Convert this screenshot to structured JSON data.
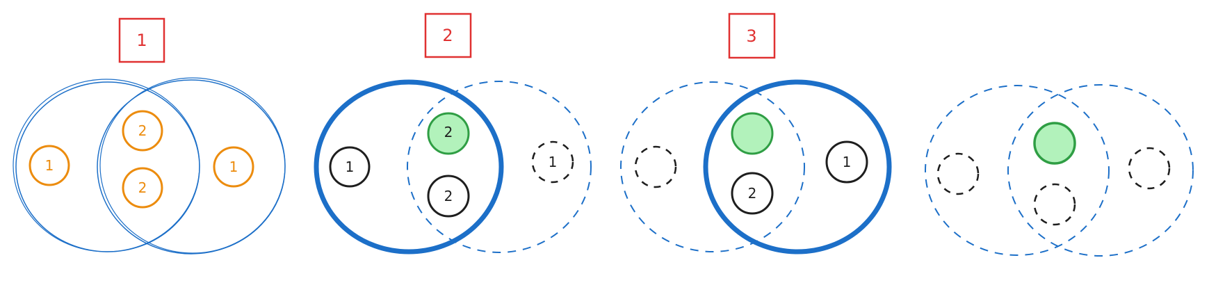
{
  "colors": {
    "blue": "#1c6fc8",
    "orange": "#ec8c0e",
    "red": "#e03131",
    "black": "#1e1e1e",
    "green_stroke": "#2f9e44",
    "green_fill": "#b2f2bb"
  },
  "labels": {
    "step1": "1",
    "step2": "2",
    "step3": "3"
  },
  "panel1": {
    "left_node": "1",
    "center_top_node": "2",
    "center_bottom_node": "2",
    "right_node": "1"
  },
  "panel2": {
    "left_node": "1",
    "center_top_node": "2",
    "center_bottom_node": "2",
    "right_node": "1"
  },
  "panel3": {
    "left_node": "",
    "center_top_node": "",
    "center_bottom_node": "2",
    "right_node": "1"
  },
  "panel4": {
    "left_node": "",
    "center_top_node": "",
    "center_bottom_node": "",
    "right_node": ""
  }
}
